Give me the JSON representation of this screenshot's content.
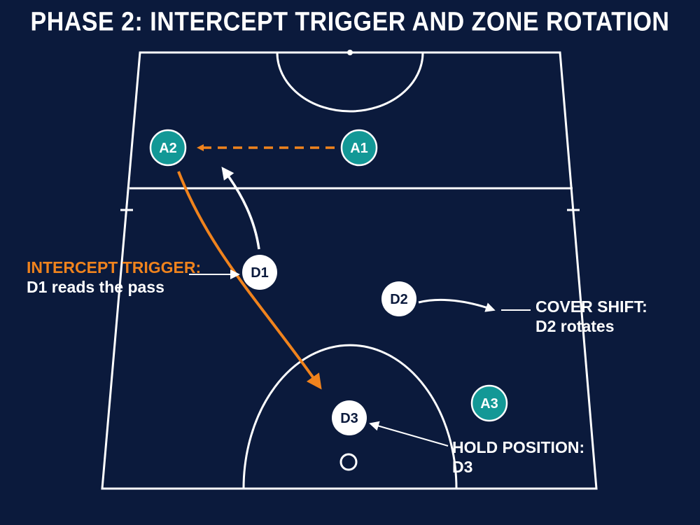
{
  "title": "PHASE 2: INTERCEPT TRIGGER AND ZONE ROTATION",
  "colors": {
    "background": "#0b1a3c",
    "court_lines": "#ffffff",
    "attacker": "#139896",
    "defender": "#ffffff",
    "pass_arrow": "#f0831d",
    "movement_arrow": "#ffffff"
  },
  "players": {
    "attackers": [
      "A1",
      "A2",
      "A3"
    ],
    "defenders": [
      "D1",
      "D2",
      "D3"
    ]
  },
  "callouts": {
    "intercept": {
      "heading": "INTERCEPT TRIGGER:",
      "detail": "D1 reads the pass"
    },
    "cover": {
      "heading": "COVER SHIFT:",
      "detail": "D2 rotates"
    },
    "hold": {
      "heading": "HOLD POSITION:",
      "detail": "D3"
    }
  }
}
